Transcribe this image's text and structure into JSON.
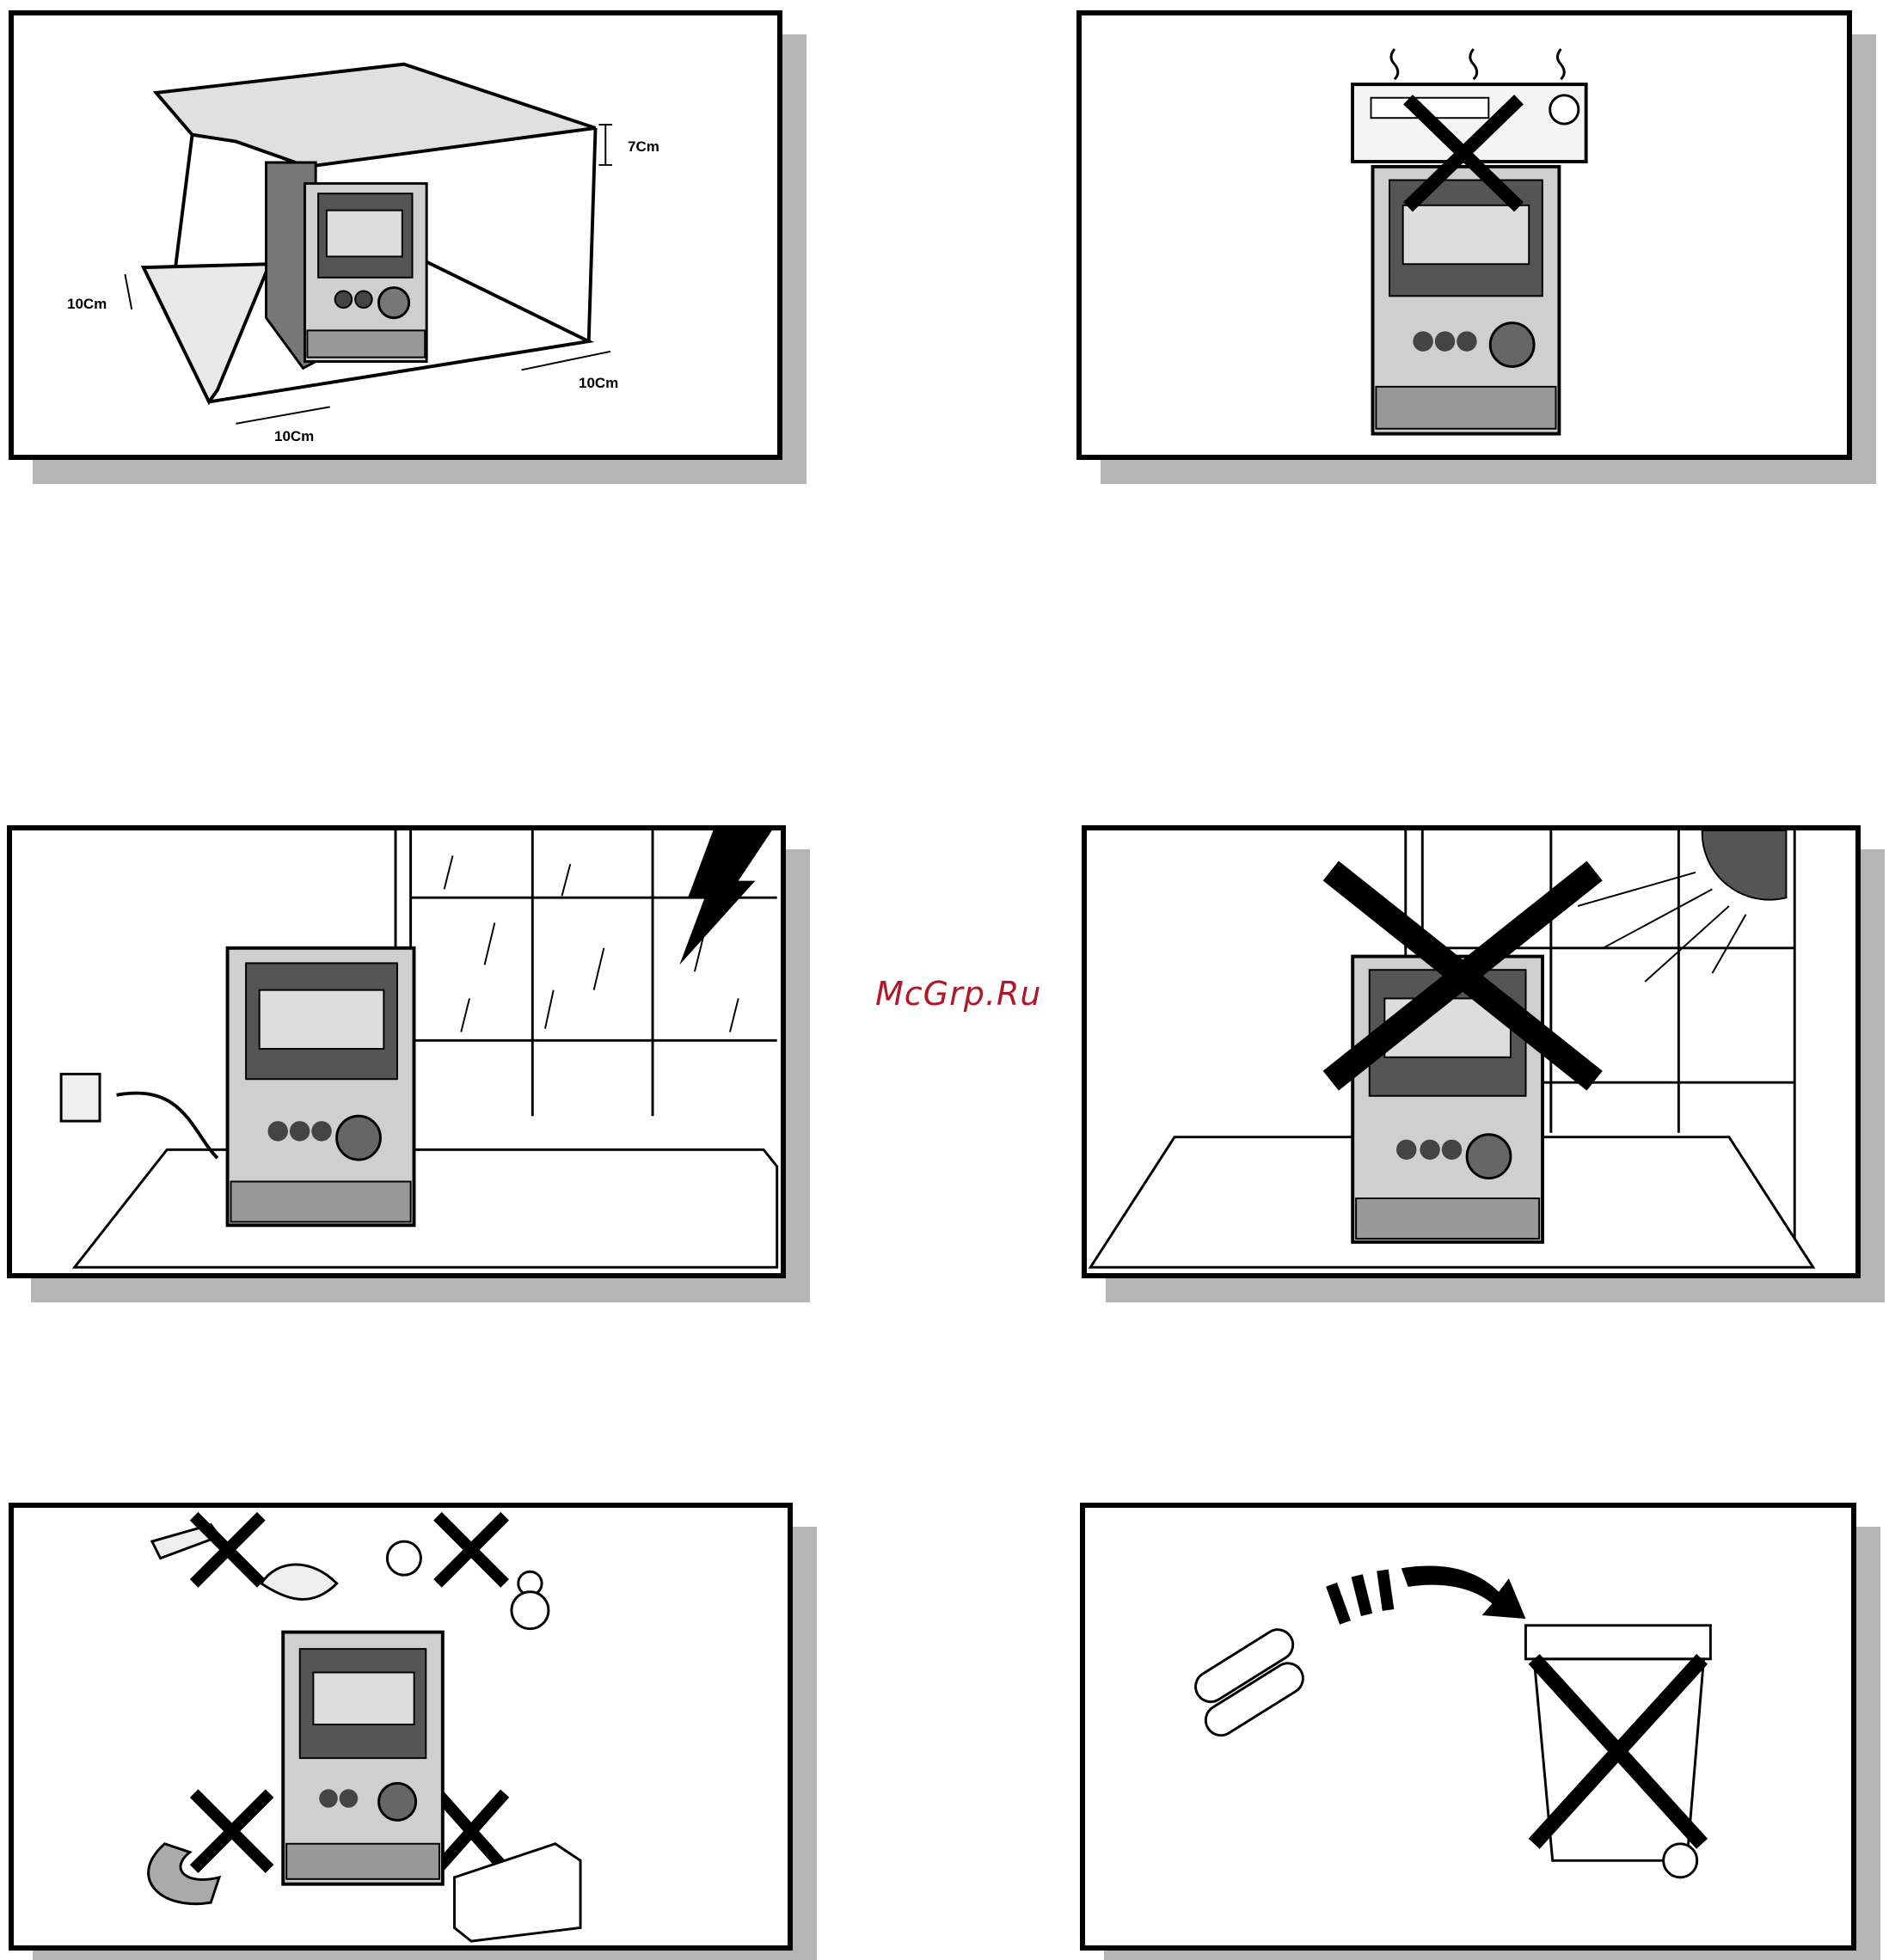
{
  "watermark": "McGrp.Ru",
  "panels": {
    "clearance": {
      "top_gap": "7Cm",
      "side_gap": "10Cm",
      "rear_gap": "10Cm",
      "front_gap": "10Cm"
    }
  },
  "icons": [
    "heat-source-icon",
    "prohibited-x-icon",
    "lightning-icon",
    "sun-icon",
    "battery-icon",
    "trash-bin-icon",
    "magnet-icon",
    "heater-icon",
    "water-spray-icon",
    "snowman-icon"
  ]
}
